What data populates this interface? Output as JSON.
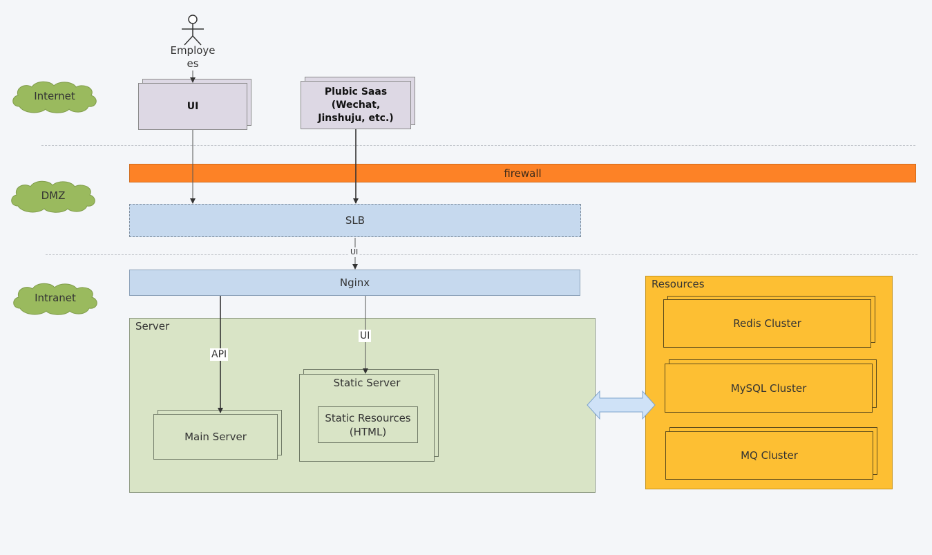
{
  "zones": [
    {
      "label": "Internet"
    },
    {
      "label": "DMZ"
    },
    {
      "label": "Intranet"
    }
  ],
  "actor": {
    "label": "Employees"
  },
  "nodes": {
    "ui": "UI",
    "saas": "Plubic Saas (Wechat, Jinshuju, etc.)",
    "firewall": "firewall",
    "slb": "SLB",
    "nginx": "Nginx"
  },
  "server_group": {
    "title": "Server",
    "main_server": "Main Server",
    "static_server": "Static Server",
    "static_resources": "Static Resources (HTML)"
  },
  "resources_group": {
    "title": "Resources",
    "items": [
      "Redis Cluster",
      "MySQL Cluster",
      "MQ Cluster"
    ]
  },
  "edge_labels": {
    "slb_to_nginx": "UI",
    "nginx_to_main": "API",
    "nginx_to_static": "UI"
  },
  "colors": {
    "cloud": "#9aba5e",
    "firewall": "#fd8226",
    "network_bar": "#c6d9ee",
    "server_area": "#d9e4c6",
    "resources_area": "#fdbf33",
    "client_box": "#ddd8e4",
    "bidirectional_arrow": "#cfe2f7"
  }
}
